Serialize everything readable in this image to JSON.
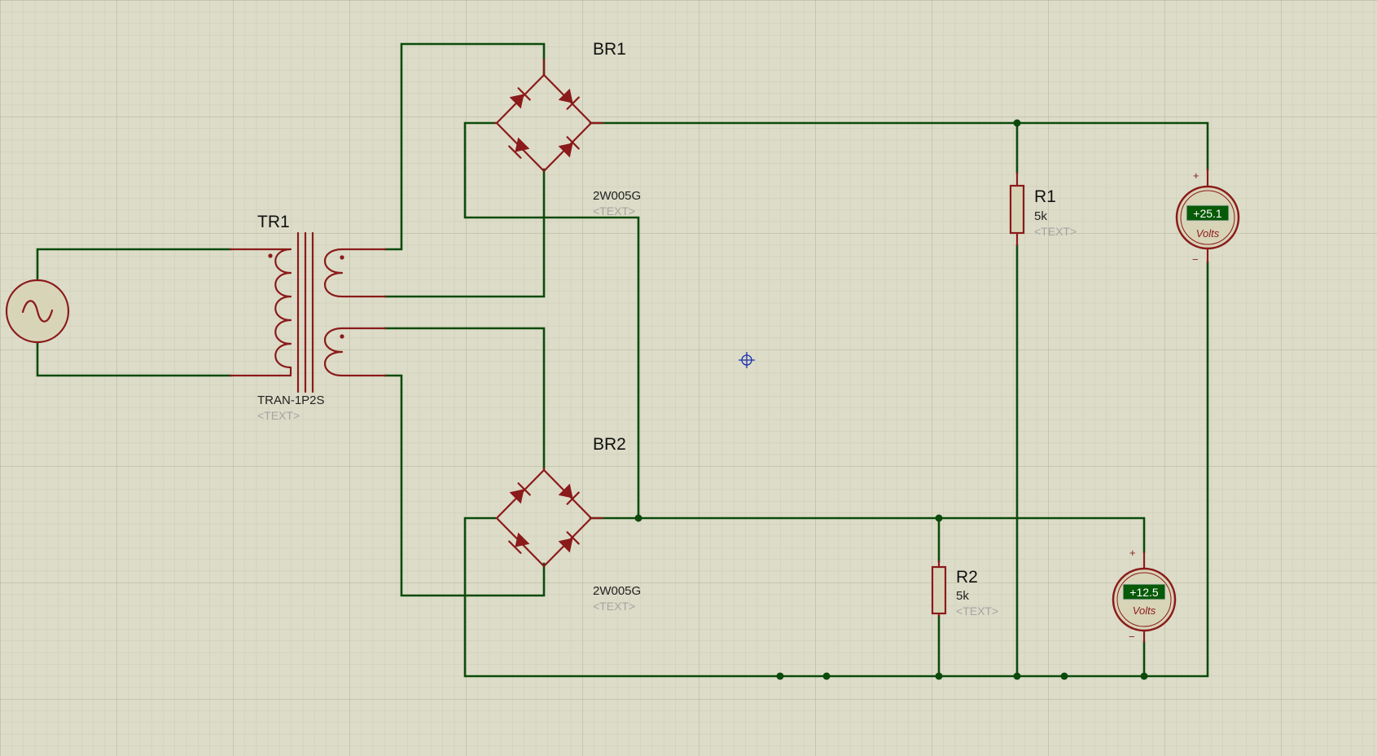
{
  "components": {
    "tr1": {
      "ref": "TR1",
      "value": "TRAN-1P2S",
      "text": "<TEXT>"
    },
    "br1": {
      "ref": "BR1",
      "value": "2W005G",
      "text": "<TEXT>"
    },
    "br2": {
      "ref": "BR2",
      "value": "2W005G",
      "text": "<TEXT>"
    },
    "r1": {
      "ref": "R1",
      "value": "5k",
      "text": "<TEXT>"
    },
    "r2": {
      "ref": "R2",
      "value": "5k",
      "text": "<TEXT>"
    }
  },
  "voltmeters": [
    {
      "reading": "+25.1",
      "unit": "Volts",
      "plus": "+",
      "minus": "−"
    },
    {
      "reading": "+12.5",
      "unit": "Volts",
      "plus": "+",
      "minus": "−"
    }
  ],
  "colors": {
    "background": "#dcdcc8",
    "grid_minor": "#cacab4",
    "grid_major": "#b8b8a0",
    "wire": "#0b4a0b",
    "component": "#8b1a1a",
    "lcd": "#075a07"
  },
  "icons": {
    "source": "ac-source-icon",
    "cursor": "crosshair-cursor-icon"
  }
}
